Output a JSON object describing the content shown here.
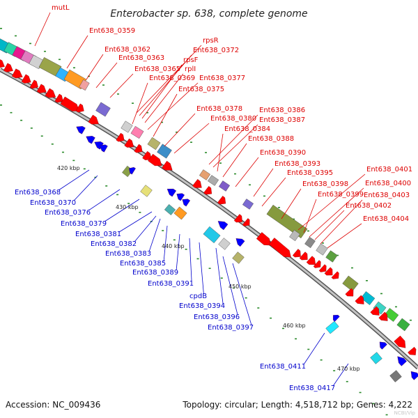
{
  "title": "Enterobacter sp. 638, complete genome",
  "footer": {
    "accession": "Accession: NC_009436",
    "topology": "Topology: circular; Length: 4,518,712 bp; Genes: 4,222"
  },
  "watermark": "NCBI/Vip",
  "colors": {
    "forward_label": "#dd0000",
    "reverse_label": "#0000cc",
    "forward_arrow": "#ff0000",
    "reverse_arrow": "#0000ff",
    "axis": "#8a8a8a"
  },
  "scale_ticks": [
    "420 kbp",
    "430 kbp",
    "440 kbp",
    "450 kbp",
    "460 kbp",
    "470 kbp"
  ],
  "forward_labels": [
    "mutL",
    "Ent638_0359",
    "Ent638_0362",
    "Ent638_0363",
    "rpsR",
    "Ent638_0372",
    "rpsF",
    "rplI",
    "Ent638_0365",
    "Ent638_0369",
    "Ent638_0377",
    "Ent638_0375",
    "Ent638_0378",
    "Ent638_0380",
    "Ent638_0386",
    "Ent638_0387",
    "Ent638_0384",
    "Ent638_0388",
    "Ent638_0390",
    "Ent638_0393",
    "Ent638_0395",
    "Ent638_0398",
    "Ent638_0401",
    "Ent638_0400",
    "Ent638_0399",
    "Ent638_0403",
    "Ent638_0402",
    "Ent638_0404"
  ],
  "reverse_labels": [
    "Ent638_0368",
    "Ent638_0370",
    "Ent638_0376",
    "Ent638_0379",
    "Ent638_0381",
    "Ent638_0382",
    "Ent638_0383",
    "Ent638_0385",
    "Ent638_0389",
    "Ent638_0391",
    "cpdB",
    "Ent638_0394",
    "Ent638_0396",
    "Ent638_0397",
    "Ent638_0411",
    "Ent638_0417"
  ]
}
